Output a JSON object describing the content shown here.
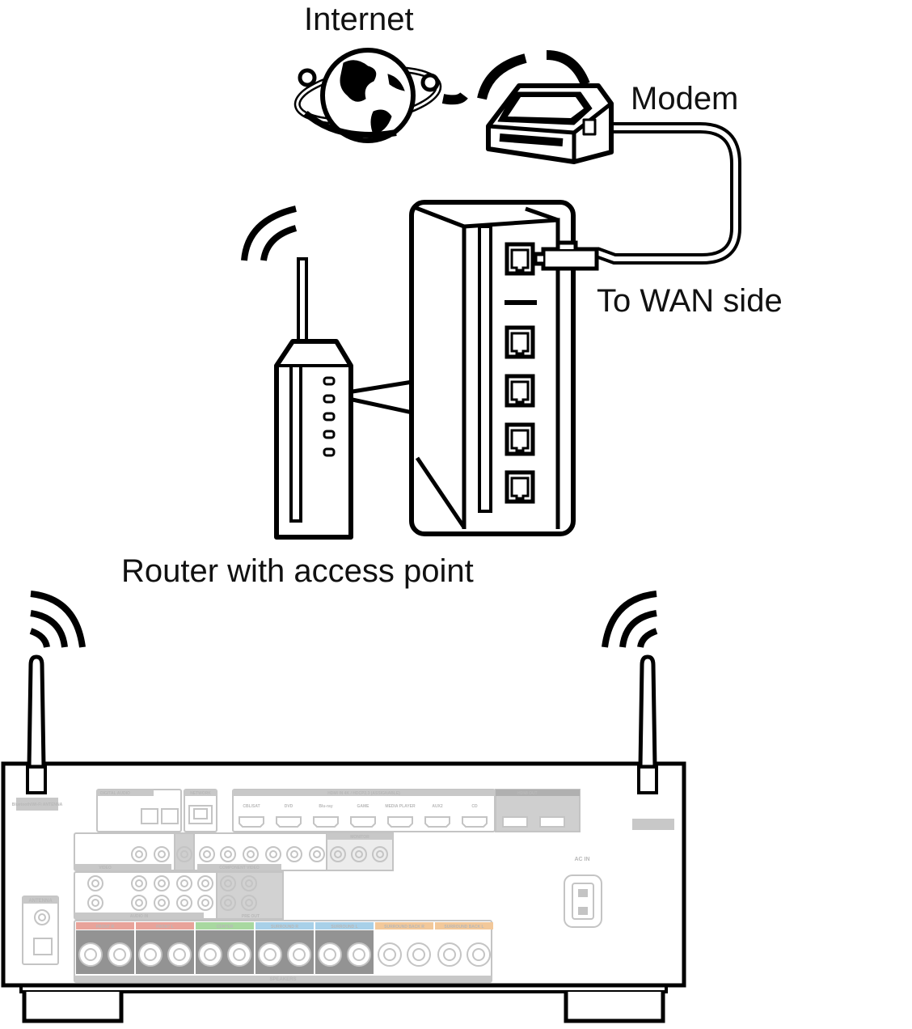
{
  "labels": {
    "internet": "Internet",
    "modem": "Modem",
    "wan": "To WAN side",
    "router": "Router with access point"
  },
  "panel": {
    "bt_antenna": "Bluetooth/Wi-Fi ANTENNA",
    "digital_audio": "DIGITAL AUDIO",
    "network": "NETWORK",
    "hdmi_in": "HDMI IN 4K / HDCP2.3 (ASSIGNABLE)",
    "hdmi_inputs": [
      "CBL/SAT",
      "DVD",
      "Blu-ray",
      "GAME",
      "MEDIA PLAYER",
      "AUX2",
      "CD"
    ],
    "hdmi_out": "HDMI OUT",
    "monitor": "MONITOR",
    "component": "COMPONENT VIDEO",
    "video_in": "VIDEO",
    "audio_in": "AUDIO IN",
    "pre_out": "PRE OUT",
    "antenna": "ANTENNA",
    "ac_in": "AC IN",
    "speaker_groups": [
      "FRONT R",
      "FRONT L",
      "CENTER",
      "SURROUND R",
      "SURROUND L",
      "SURROUND BACK R",
      "SURROUND BACK L"
    ],
    "speakers": "SPEAKERS",
    "colors": {
      "front": "#e8a39a",
      "center": "#a8d8a0",
      "surround": "#a8d0e8",
      "surround_back": "#f2c89a"
    }
  }
}
